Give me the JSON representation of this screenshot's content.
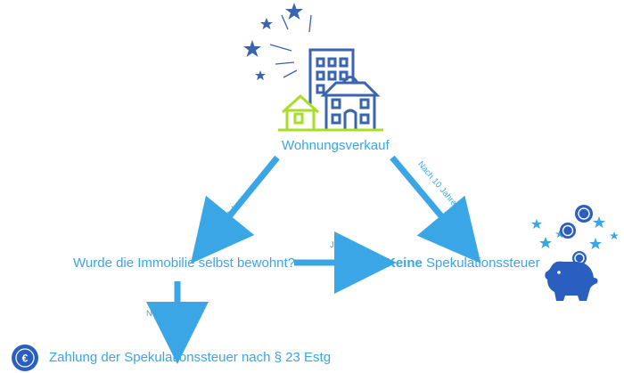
{
  "nodes": {
    "top": "Wohnungsverkauf",
    "left": "Wurde die Immobilie selbst bewohnt?",
    "right_bold": "Keine",
    "right_rest": " Spekulationssteuer",
    "bottom": "Zahlung der Spekulationssteuer nach § 23 Estg"
  },
  "edges": {
    "top_left": "Vor 10 Jahren",
    "top_right": "Nach 10 Jahren",
    "left_right": "Ja",
    "left_down": "Nein"
  },
  "colors": {
    "accent": "#3aa6e6",
    "dark_blue": "#3a63b0",
    "lime": "#a8dd2a",
    "coin": "#2b5fbf"
  },
  "icons": [
    "building-icon",
    "house-icon",
    "star-icon",
    "piggy-bank-icon",
    "euro-coin-icon"
  ]
}
